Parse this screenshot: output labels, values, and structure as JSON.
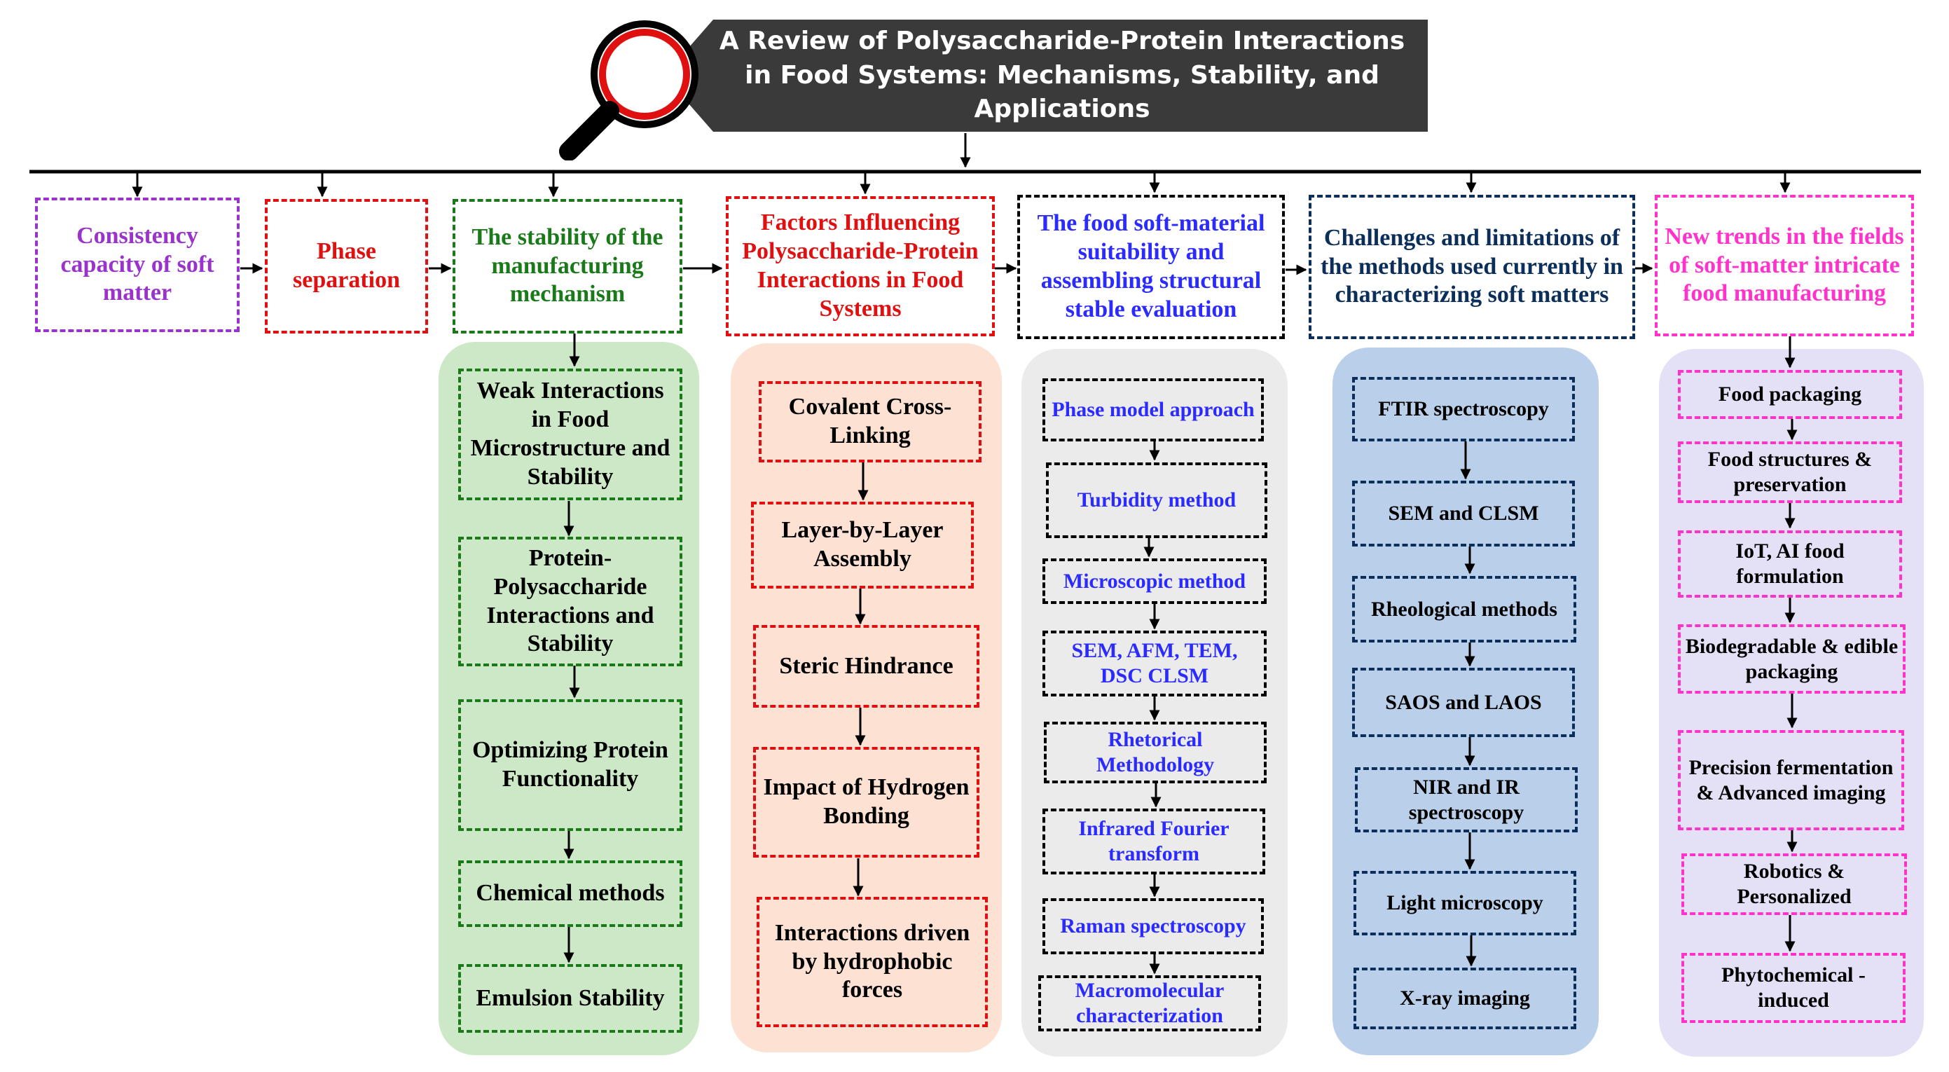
{
  "title": "A Review of Polysaccharide-Protein Interactions in Food Systems: Mechanisms, Stability, and Applications",
  "colors": {
    "purple": "#9933cc",
    "red": "#e01010",
    "green": "#1a7a1a",
    "blue": "#2b2bff",
    "navy": "#0b2f5a",
    "magenta": "#ff33cc",
    "panel_green": "#cde8c6",
    "panel_peach": "#fde1d2",
    "panel_gray": "#ebebeb",
    "panel_blue": "#bad0ea",
    "panel_lavender": "#e4e1f7",
    "banner": "#3a3a3a"
  },
  "top_boxes": [
    {
      "label": "Consistency capacity of soft matter"
    },
    {
      "label": "Phase separation"
    },
    {
      "label": "The stability of the manufacturing mechanism"
    },
    {
      "label": "Factors Influencing Polysaccharide-Protein Interactions in Food Systems"
    },
    {
      "label": "The food soft-material suitability and assembling structural stable evaluation"
    },
    {
      "label": "Challenges and limitations of the methods used currently in characterizing soft matters"
    },
    {
      "label": "New trends in the fields of soft-matter intricate food manufacturing"
    }
  ],
  "stability_items": [
    "Weak Interactions in Food Microstructure and Stability",
    "Protein-Polysaccharide Interactions and Stability",
    "Optimizing Protein Functionality",
    "Chemical methods",
    "Emulsion Stability"
  ],
  "factor_items": [
    "Covalent Cross-Linking",
    "Layer-by-Layer Assembly",
    "Steric Hindrance",
    "Impact of Hydrogen Bonding",
    "Interactions driven by hydrophobic forces"
  ],
  "evaluation_items": [
    "Phase model approach",
    "Turbidity method",
    "Microscopic method",
    "SEM,  AFM, TEM, DSC CLSM",
    "Rhetorical Methodology",
    "Infrared Fourier transform",
    "Raman spectroscopy",
    "Macromolecular characterization"
  ],
  "challenge_items": [
    "FTIR spectroscopy",
    "SEM and CLSM",
    "Rheological methods",
    "SAOS and LAOS",
    "NIR and IR spectroscopy",
    "Light microscopy",
    "X-ray imaging"
  ],
  "trend_items": [
    "Food packaging",
    "Food structures & preservation",
    "IoT, AI food formulation",
    "Biodegradable & edible packaging",
    "Precision fermentation & Advanced imaging",
    "Robotics & Personalized",
    "Phytochemical -induced"
  ]
}
